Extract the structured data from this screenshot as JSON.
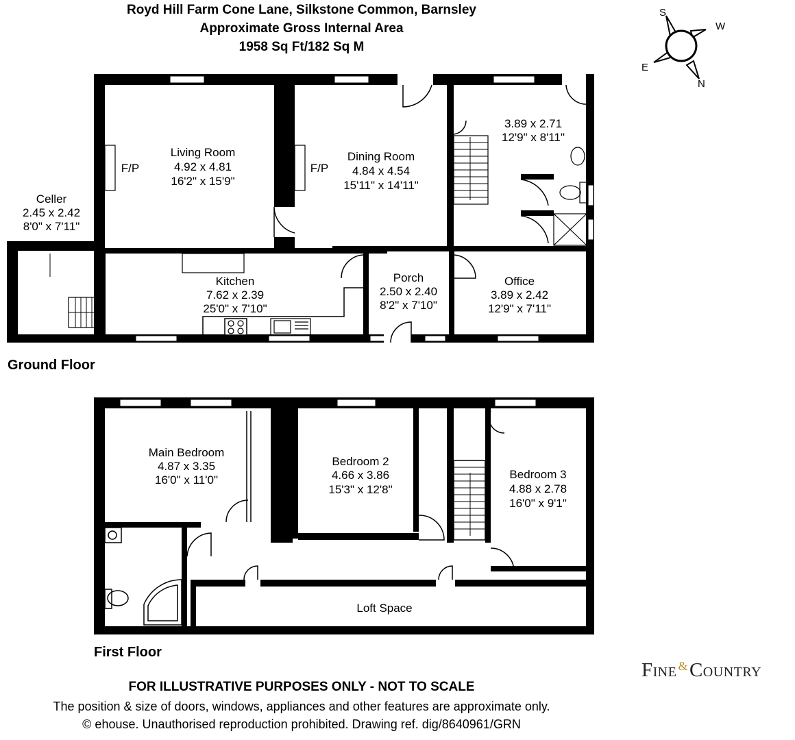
{
  "header": {
    "address": "Royd Hill Farm Cone Lane, Silkstone Common, Barnsley",
    "subtitle": "Approximate Gross Internal Area",
    "area": "1958 Sq Ft/182 Sq M"
  },
  "compass": {
    "s": "S",
    "w": "W",
    "e": "E",
    "n": "N"
  },
  "ground_floor": {
    "label": "Ground Floor",
    "rooms": {
      "celler": {
        "name": "Celler",
        "metric": "2.45 x 2.42",
        "imperial": "8'0\" x 7'11\""
      },
      "living_room": {
        "name": "Living Room",
        "metric": "4.92 x 4.81",
        "imperial": "16'2\" x 15'9\""
      },
      "dining_room": {
        "name": "Dining Room",
        "metric": "4.84 x 4.54",
        "imperial": "15'11\" x 14'11\""
      },
      "hall": {
        "metric": "3.89 x 2.71",
        "imperial": "12'9\" x 8'11\""
      },
      "kitchen": {
        "name": "Kitchen",
        "metric": "7.62 x 2.39",
        "imperial": "25'0\" x 7'10\""
      },
      "porch": {
        "name": "Porch",
        "metric": "2.50 x 2.40",
        "imperial": "8'2\" x 7'10\""
      },
      "office": {
        "name": "Office",
        "metric": "3.89 x 2.42",
        "imperial": "12'9\" x 7'11\""
      }
    },
    "fp_label": "F/P"
  },
  "first_floor": {
    "label": "First Floor",
    "rooms": {
      "main_bedroom": {
        "name": "Main Bedroom",
        "metric": "4.87 x 3.35",
        "imperial": "16'0\" x 11'0\""
      },
      "bedroom2": {
        "name": "Bedroom 2",
        "metric": "4.66 x 3.86",
        "imperial": "15'3\" x 12'8\""
      },
      "bedroom3": {
        "name": "Bedroom 3",
        "metric": "4.88 x 2.78",
        "imperial": "16'0\" x 9'1\""
      },
      "loft": {
        "name": "Loft Space"
      }
    }
  },
  "footer": {
    "disclaimer": "FOR ILLUSTRATIVE PURPOSES ONLY - NOT TO SCALE",
    "note": "The position & size of doors, windows, appliances and other features are approximate only.",
    "copyright": "© ehouse. Unauthorised reproduction prohibited. Drawing ref. dig/8640961/GRN"
  },
  "brand": {
    "fine": "Fine",
    "amp": "&",
    "country": "Country"
  }
}
